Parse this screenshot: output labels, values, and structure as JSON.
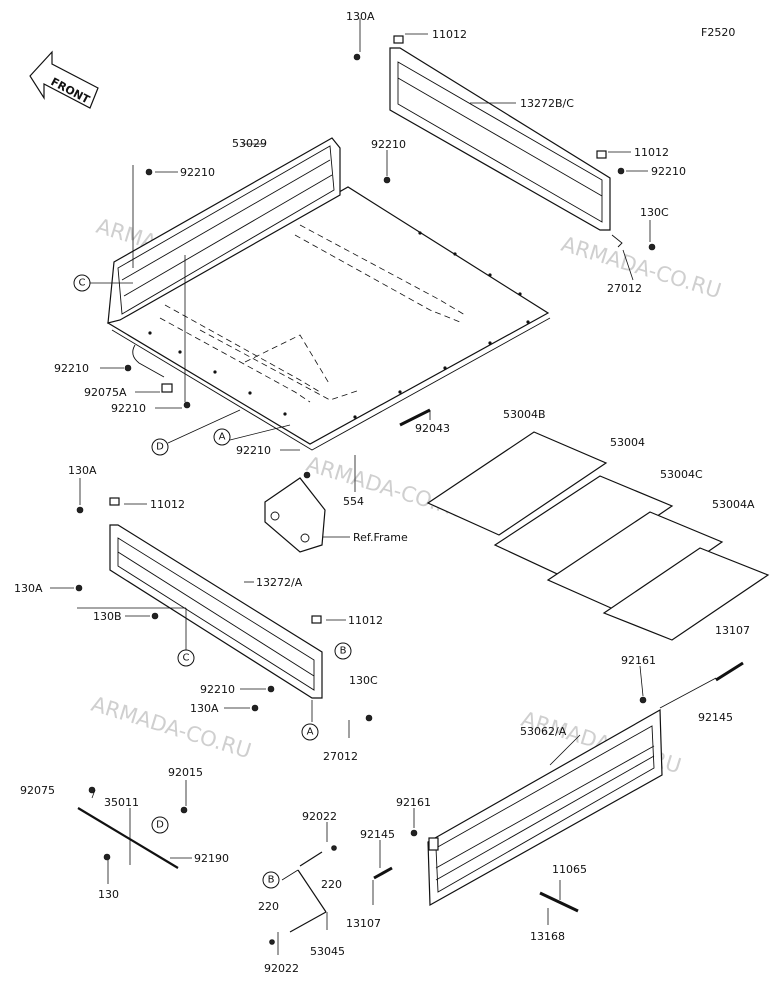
{
  "figure_id": "F2520",
  "front_marker": "FRONT",
  "watermark": "ARMADA-CO.RU",
  "reference_frame_label": "Ref.Frame",
  "part_labels": {
    "p130A_top": "130A",
    "p11012_top": "11012",
    "p13272BC": "13272B/C",
    "p53029": "53029",
    "p92210_a": "92210",
    "p92210_b": "92210",
    "p11012_r": "11012",
    "p92210_r": "92210",
    "p130C_r": "130C",
    "p27012_r": "27012",
    "p92210_l1": "92210",
    "p92075A": "92075A",
    "p92210_l2": "92210",
    "p92043": "92043",
    "p92210_c": "92210",
    "p554": "554",
    "p53004B": "53004B",
    "p53004": "53004",
    "p53004C": "53004C",
    "p53004A": "53004A",
    "p130A_m": "130A",
    "p11012_m": "11012",
    "p130A_ml": "130A",
    "p13272A": "13272/A",
    "p130B": "130B",
    "p11012_m2": "11012",
    "p92210_m": "92210",
    "p130A_m2": "130A",
    "p130C_m": "130C",
    "p27012_m": "27012",
    "p13107_r": "13107",
    "p92161_r": "92161",
    "p92145_r": "92145",
    "p53062A": "53062/A",
    "p92075": "92075",
    "p92015": "92015",
    "p35011": "35011",
    "p92190": "92190",
    "p130": "130",
    "p92022_a": "92022",
    "p220_a": "220",
    "p92161_b": "92161",
    "p92145_b": "92145",
    "p13107_b": "13107",
    "p11065": "11065",
    "p220_b": "220",
    "p92022_b": "92022",
    "p53045": "53045",
    "p13168": "13168"
  },
  "callouts": {
    "c_C1": "C",
    "c_D1": "D",
    "c_A1": "A",
    "c_C2": "C",
    "c_B1": "B",
    "c_A2": "A",
    "c_D2": "D",
    "c_B2": "B"
  }
}
